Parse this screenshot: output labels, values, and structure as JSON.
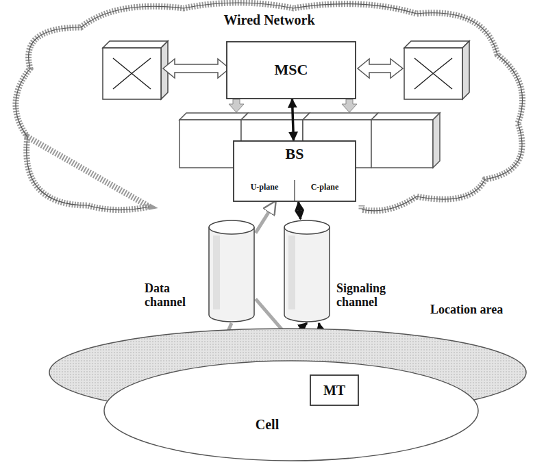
{
  "diagram": {
    "nodes": [
      {
        "text": [
          "Wired Network"
        ]
      },
      {
        "text": [
          "MSC"
        ],
        "in": 0
      },
      {
        "text": [
          "BS",
          "U-plane",
          "C-plane"
        ],
        "in": 0
      },
      {
        "text": [
          "Data channel"
        ]
      },
      {
        "text": [
          "Signaling channel"
        ]
      },
      {
        "text": [
          "Location area"
        ]
      },
      {
        "text": [
          "Cell"
        ],
        "in": 5
      },
      {
        "text": [
          "MT"
        ],
        "in": 5
      }
    ],
    "edges": [
      {
        "from": 1,
        "to": 2,
        "arrow": "both"
      },
      {
        "from": 3,
        "to": 2,
        "arrow": "to"
      },
      {
        "from": 4,
        "to": 2,
        "arrow": "both"
      },
      {
        "from": 3,
        "to": 7,
        "arrow": "to"
      },
      {
        "from": 4,
        "to": 7,
        "arrow": "both"
      }
    ]
  }
}
